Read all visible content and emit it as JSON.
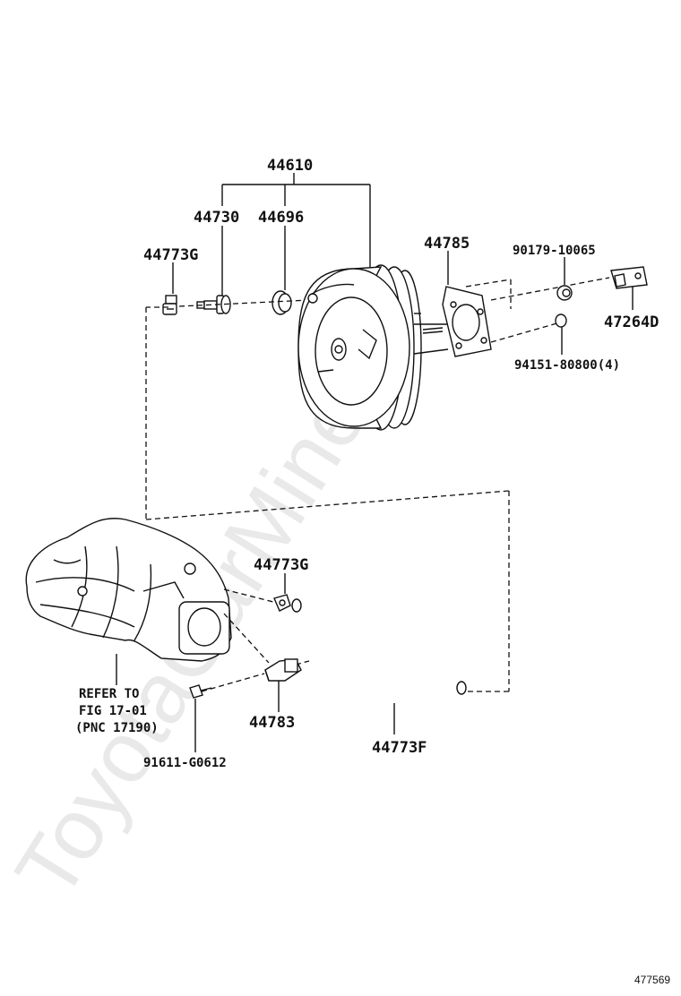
{
  "watermark": "ToyotaCarMine.ru",
  "figure_number": "477569",
  "parts": {
    "booster_assy": "44610",
    "pin": "44730",
    "grommet": "44696",
    "clip_top": "44773G",
    "gasket": "44785",
    "clevis_nut": "90179-10065",
    "clevis": "47264D",
    "nut": "94151-80800(4)",
    "clip_lower": "44773G",
    "hose": "44773F",
    "valve": "44783",
    "bolt": "91611-G0612"
  },
  "refer_note": {
    "line1": "REFER TO",
    "line2": "FIG 17-01",
    "line3": "(PNC 17190)"
  },
  "icons": [
    "brake-booster-icon",
    "intake-manifold-icon",
    "vacuum-hose-icon",
    "check-valve-icon",
    "gasket-icon",
    "clevis-icon"
  ]
}
